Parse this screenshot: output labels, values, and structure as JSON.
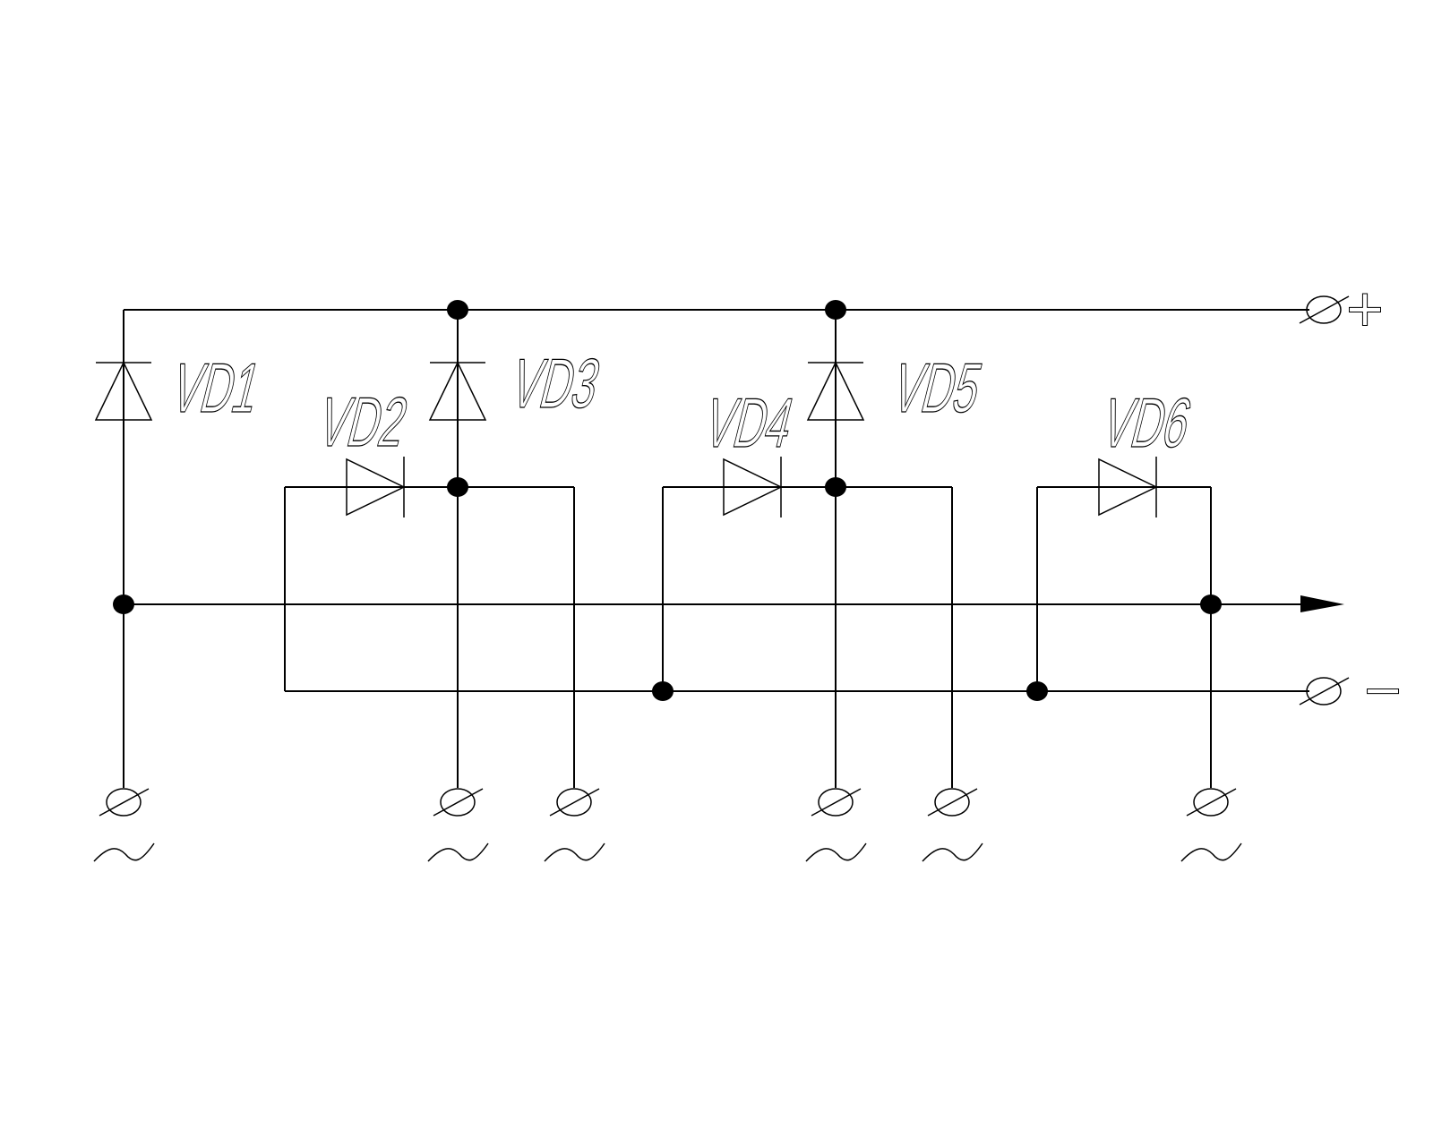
{
  "diagram": {
    "type": "three-phase rectifier bridge schematic",
    "diodes": [
      {
        "label": "VD1"
      },
      {
        "label": "VD2"
      },
      {
        "label": "VD3"
      },
      {
        "label": "VD4"
      },
      {
        "label": "VD5"
      },
      {
        "label": "VD6"
      }
    ],
    "terminals": {
      "positive": "+",
      "negative": "−",
      "ac": "~"
    },
    "colors": {
      "line": "#000000",
      "background": "#ffffff"
    }
  }
}
